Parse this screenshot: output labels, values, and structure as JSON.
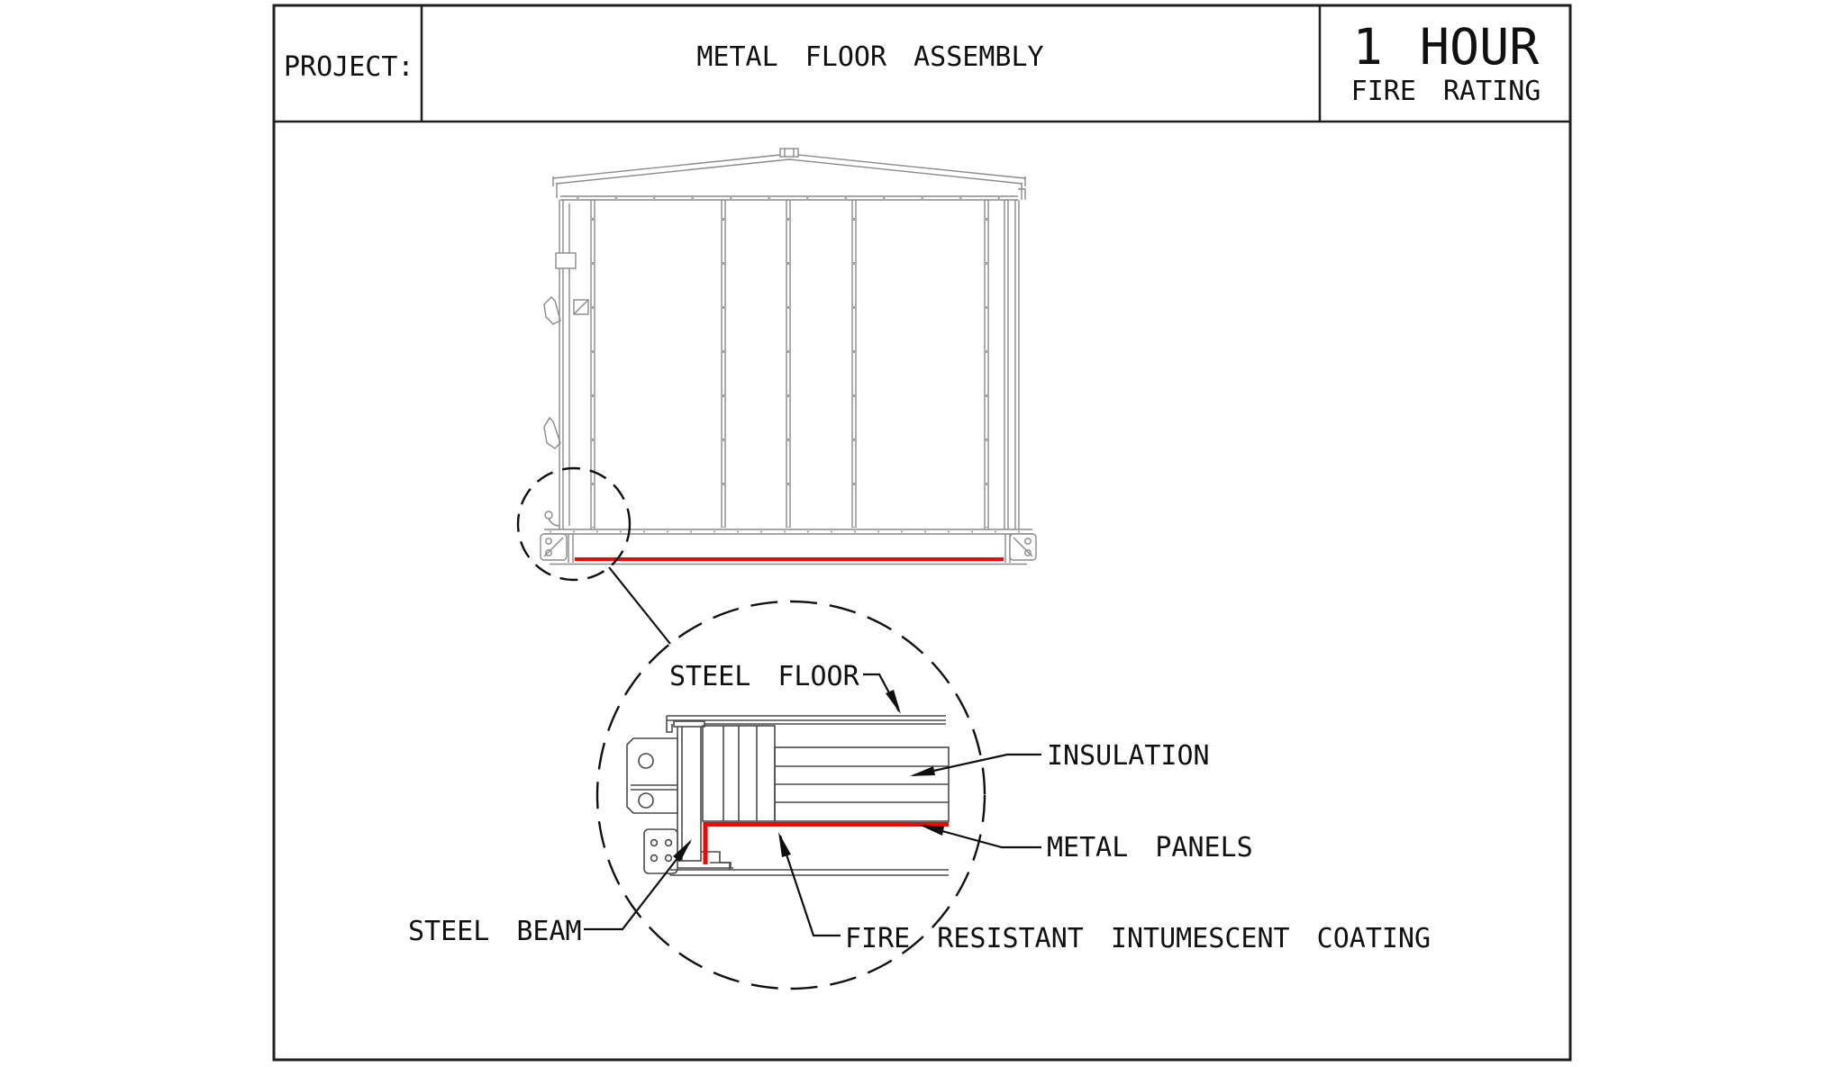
{
  "title_block": {
    "project_label": "PROJECT:",
    "project_title": "METAL FLOOR ASSEMBLY",
    "rating_value": "1 HOUR",
    "rating_label": "FIRE RATING"
  },
  "detail_labels": {
    "steel_floor": "STEEL FLOOR",
    "insulation": "INSULATION",
    "metal_panels": "METAL PANELS",
    "steel_beam": "STEEL BEAM",
    "fire_coating": "FIRE RESISTANT INTUMESCENT COATING"
  },
  "colors": {
    "highlight_red": "#f60404",
    "sheet_border": "#1f1f1f",
    "elevation_line_gray": "#8a8a8a",
    "section_line_gray": "#4a4a4a",
    "annotation_ink": "#0f0f0f",
    "background": "#ffffff"
  }
}
